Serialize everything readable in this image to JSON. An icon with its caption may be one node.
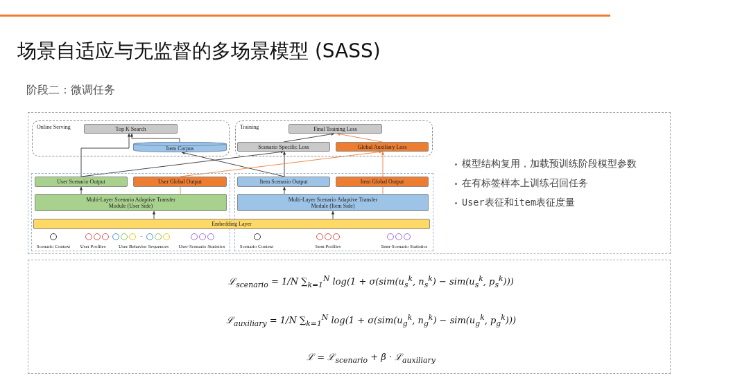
{
  "diagram": {
    "title": "场景自适应与无监督的多场景模型 (SASS)",
    "nodes": [
      {
        "text": [
          "Online Serving"
        ]
      },
      {
        "text": [
          "Top K Search"
        ],
        "in": 0
      },
      {
        "text": [
          "Item Corpus"
        ],
        "in": 0
      },
      {
        "text": [
          "Training"
        ]
      },
      {
        "text": [
          "Final Training Loss"
        ],
        "in": 3
      },
      {
        "text": [
          "Scenario Specific Loss"
        ],
        "in": 3
      },
      {
        "text": [
          "Global Auxiliary Loss"
        ],
        "in": 3
      },
      {
        "text": [],
        "shape": "box"
      },
      {
        "text": [
          "User Scenario Output"
        ],
        "in": 7
      },
      {
        "text": [
          "User Global Output"
        ],
        "in": 7
      },
      {
        "text": [
          "Multi-Layer Scenario Adaptive Transfer Module (User Side)"
        ],
        "in": 7
      },
      {
        "text": [
          "Embedding Layer"
        ]
      },
      {
        "text": [],
        "shape": "box"
      },
      {
        "text": [
          "Item Scenario Output"
        ],
        "in": 12
      },
      {
        "text": [
          "Item Global Output"
        ],
        "in": 12
      },
      {
        "text": [
          "Multi-Layer Scenario Adaptive Transfer Module (Item Side)"
        ],
        "in": 12
      }
    ],
    "edges": [
      {
        "from": 10,
        "to": 8,
        "arrow": "to"
      },
      {
        "from": 10,
        "to": 9,
        "arrow": "none",
        "color": "#ed7d31"
      },
      {
        "from": 11,
        "to": 10,
        "arrow": "to"
      },
      {
        "from": 11,
        "to": 15,
        "arrow": "to"
      },
      {
        "from": 15,
        "to": 13,
        "arrow": "to"
      },
      {
        "from": 15,
        "to": 14,
        "arrow": "none",
        "color": "#ed7d31"
      },
      {
        "from": 8,
        "to": 1,
        "arrow": "to"
      },
      {
        "from": 2,
        "to": 1,
        "arrow": "to"
      },
      {
        "from": 13,
        "to": 2,
        "arrow": "to"
      },
      {
        "from": 8,
        "to": 5,
        "arrow": "to"
      },
      {
        "from": 13,
        "to": 5,
        "arrow": "to"
      },
      {
        "from": 9,
        "to": 6,
        "arrow": "to",
        "color": "#ed7d31"
      },
      {
        "from": 14,
        "to": 6,
        "arrow": "to",
        "color": "#ed7d31"
      },
      {
        "from": 5,
        "to": 4,
        "arrow": "to"
      },
      {
        "from": 6,
        "to": 4,
        "arrow": "to",
        "color": "#ed7d31"
      }
    ],
    "labels": [
      "阶段二：微调任务",
      "Scenario Context",
      "User Profiles",
      "..",
      "User Behavior Sequences",
      "User-Scenario Statistics",
      "Scenario Context",
      "Item Profiles",
      "Item-Scenario Statistics",
      "模型结构复用，加载预训练阶段模型参数",
      "在有标签样本上训练召回任务",
      "User表征和item表征度量",
      "ℒ$_{scenario}$ = 1/N ∑$_{k=1}$$^{N}$ log(1 + σ(sim(u$_{s}$$^{k}$, n$_{s}$$^{k}$) − sim(u$_{s}$$^{k}$, p$_{s}$$^{k}$)))",
      "ℒ$_{auxiliary}$ = 1/N ∑$_{k=1}$$^{N}$ log(1 + σ(sim(u$_{g}$$^{k}$, n$_{g}$$^{k}$) − sim(u$_{g}$$^{k}$, p$_{g}$$^{k}$)))",
      "ℒ = ℒ$_{scenario}$ + β · ℒ$_{auxiliary}$"
    ]
  }
}
